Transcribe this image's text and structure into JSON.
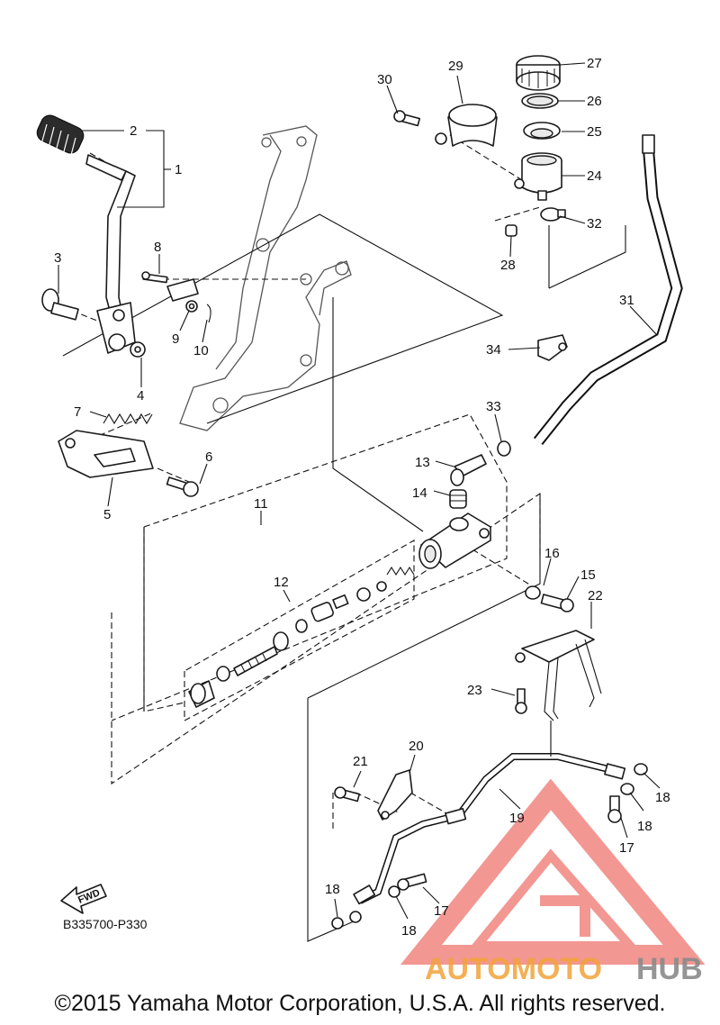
{
  "callouts": [
    {
      "id": "1",
      "label": "1"
    },
    {
      "id": "2",
      "label": "2"
    },
    {
      "id": "3",
      "label": "3"
    },
    {
      "id": "4",
      "label": "4"
    },
    {
      "id": "5",
      "label": "5"
    },
    {
      "id": "6",
      "label": "6"
    },
    {
      "id": "7",
      "label": "7"
    },
    {
      "id": "8",
      "label": "8"
    },
    {
      "id": "9",
      "label": "9"
    },
    {
      "id": "10",
      "label": "10"
    },
    {
      "id": "11",
      "label": "11"
    },
    {
      "id": "12",
      "label": "12"
    },
    {
      "id": "13",
      "label": "13"
    },
    {
      "id": "14",
      "label": "14"
    },
    {
      "id": "15",
      "label": "15"
    },
    {
      "id": "16",
      "label": "16"
    },
    {
      "id": "17a",
      "label": "17"
    },
    {
      "id": "17b",
      "label": "17"
    },
    {
      "id": "18a",
      "label": "18"
    },
    {
      "id": "18b",
      "label": "18"
    },
    {
      "id": "18c",
      "label": "18"
    },
    {
      "id": "18d",
      "label": "18"
    },
    {
      "id": "19",
      "label": "19"
    },
    {
      "id": "20",
      "label": "20"
    },
    {
      "id": "21",
      "label": "21"
    },
    {
      "id": "22",
      "label": "22"
    },
    {
      "id": "23",
      "label": "23"
    },
    {
      "id": "24",
      "label": "24"
    },
    {
      "id": "25",
      "label": "25"
    },
    {
      "id": "26",
      "label": "26"
    },
    {
      "id": "27",
      "label": "27"
    },
    {
      "id": "28",
      "label": "28"
    },
    {
      "id": "29",
      "label": "29"
    },
    {
      "id": "30",
      "label": "30"
    },
    {
      "id": "31",
      "label": "31"
    },
    {
      "id": "32",
      "label": "32"
    },
    {
      "id": "33",
      "label": "33"
    },
    {
      "id": "34",
      "label": "34"
    }
  ],
  "reference_code": "B335700-P330",
  "fwd_label": "FWD",
  "copyright": "©2015 Yamaha Motor Corporation, U.S.A. All rights reserved.",
  "watermark": {
    "part1": "AUTOMOTO",
    "part2": "HUB"
  },
  "colors": {
    "ink": "#111111",
    "watermark_red": "#e8433a",
    "watermark_orange": "#f2a33a",
    "watermark_gray": "#8a8a8a"
  }
}
